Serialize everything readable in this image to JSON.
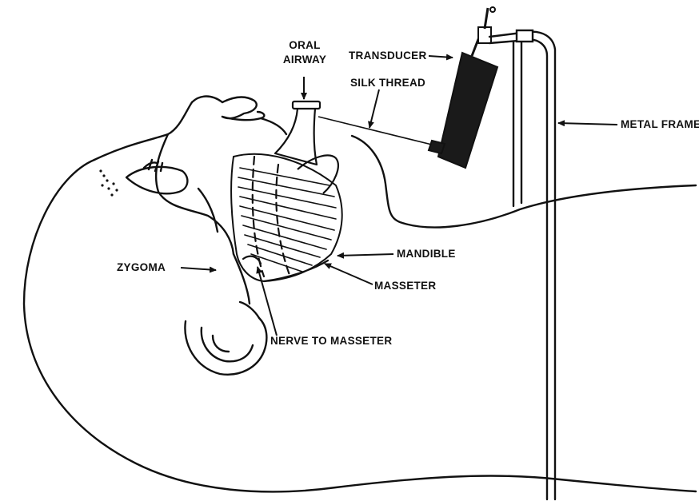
{
  "figure": {
    "labels": {
      "oral_airway_line1": "ORAL",
      "oral_airway_line2": "AIRWAY",
      "transducer": "TRANSDUCER",
      "silk_thread": "SILK THREAD",
      "metal_frame": "METAL FRAME",
      "mandible": "MANDIBLE",
      "zygoma": "ZYGOMA",
      "masseter": "MASSETER",
      "nerve_to_masseter": "NERVE TO MASSETER"
    },
    "colors": {
      "ink": "#111111",
      "background": "#ffffff"
    }
  }
}
